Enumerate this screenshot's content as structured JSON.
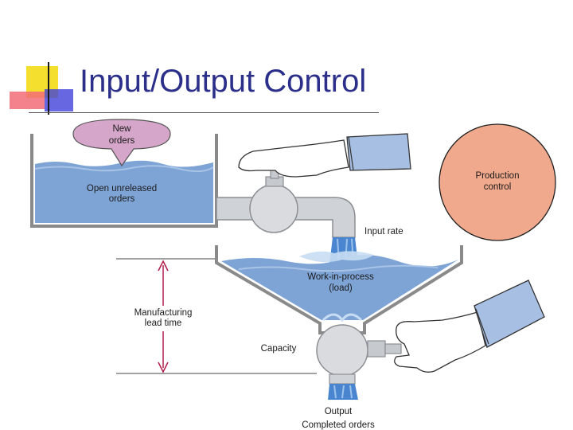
{
  "title": "Input/Output Control",
  "colors": {
    "title": "#2b2f8a",
    "accent_yellow": "#f5df2e",
    "accent_red": "#f0495a",
    "accent_blue": "#3a3ad8",
    "water": "#7ea4d6",
    "bubble": "#d5a6c9",
    "production_circle": "#f0a98c",
    "arrow": "#b01a4a"
  },
  "labels": {
    "new_orders_line1": "New",
    "new_orders_line2": "orders",
    "open_orders_line1": "Open unreleased",
    "open_orders_line2": "orders",
    "production_line1": "Production",
    "production_line2": "control",
    "input_rate": "Input rate",
    "wip_line1": "Work-in-process",
    "wip_line2": "(load)",
    "lead_time_line1": "Manufacturing",
    "lead_time_line2": "lead time",
    "capacity": "Capacity",
    "output": "Output",
    "completed_orders": "Completed orders"
  }
}
